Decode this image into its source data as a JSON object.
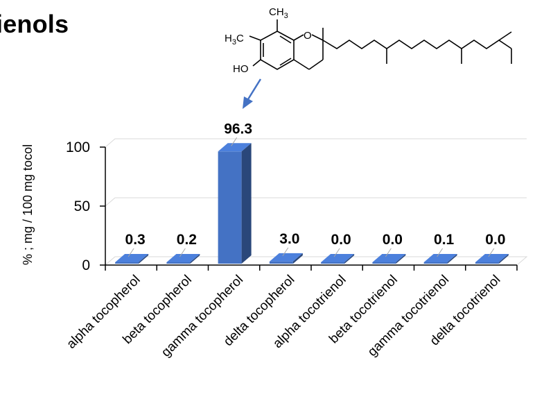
{
  "title": "ienols",
  "chart_data": {
    "type": "bar",
    "ylabel": "% ; mg / 100 mg tocol",
    "xlabel": "",
    "ylim": [
      0,
      100
    ],
    "yticks": [
      0,
      50,
      100
    ],
    "categories": [
      "alpha tocopherol",
      "beta tocopherol",
      "gamma tocopherol",
      "delta tocopherol",
      "alpha tocotrienol",
      "beta tocotrienol",
      "gamma tocotrienol",
      "delta tocotrienol"
    ],
    "values": [
      0.3,
      0.2,
      96.3,
      3.0,
      0.0,
      0.0,
      0.1,
      0.0
    ],
    "data_labels": [
      "0.3",
      "0.2",
      "96.3",
      "3.0",
      "0.0",
      "0.0",
      "0.1",
      "0.0"
    ],
    "bar_color": "#4472c4",
    "grid": true,
    "style": "3d"
  },
  "structure": {
    "labels": {
      "ch3": "CH3",
      "h3c": "H3C",
      "o": "O",
      "ho": "HO"
    },
    "arrow_color": "#4472c4"
  }
}
